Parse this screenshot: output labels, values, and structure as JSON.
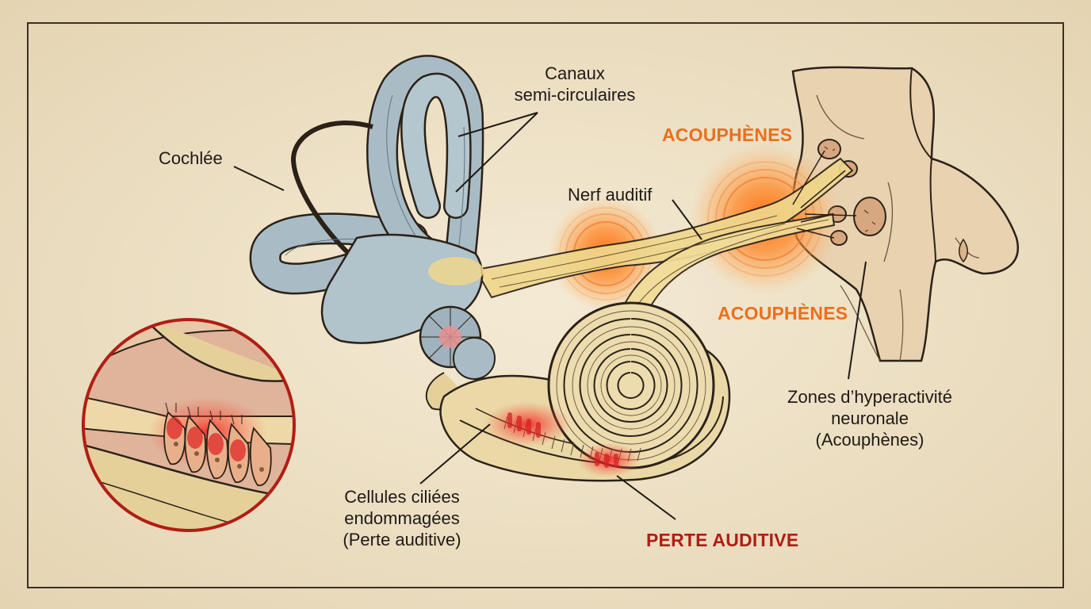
{
  "labels": {
    "cochlea": "Cochlée",
    "canals": [
      "Canaux",
      "semi-circulaires"
    ],
    "tinnitus_top": "ACOUPHÈNES",
    "nerve": "Nerf auditif",
    "tinnitus_mid": "ACOUPHÈNES",
    "hyperactivity": [
      "Zones d’hyperactivité",
      "neuronale",
      "(Acouphènes)"
    ],
    "hair_cells": [
      "Cellules ciliées",
      "endommagées",
      "(Perte auditive)"
    ],
    "hearing_loss": "PERTE AUDITIVE"
  },
  "colors": {
    "paper": "#efe4cc",
    "ink": "#1e1a16",
    "canal_blue": "#a9bcc6",
    "bone_cream": "#e6d09a",
    "nerve_yellow": "#efd78c",
    "tinnitus_orange": "#e8701e",
    "hearing_loss_red": "#b01e14",
    "inflamed_red": "#e02020"
  }
}
